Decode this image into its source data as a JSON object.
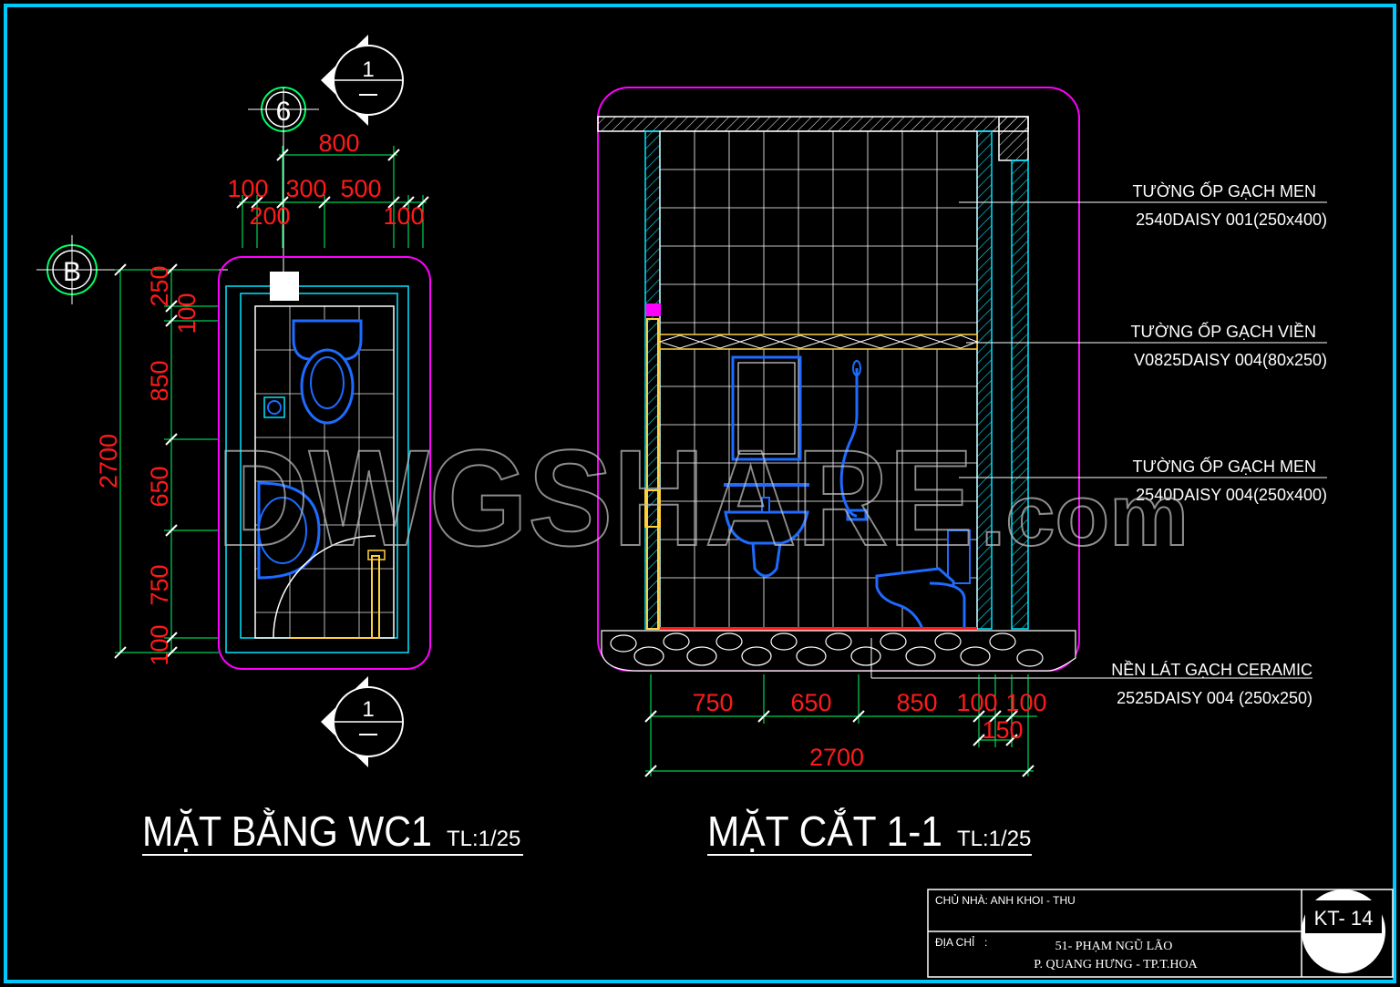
{
  "plan": {
    "grid_top": "6",
    "grid_left": "B",
    "section_marker": "1",
    "dims_top": [
      "800",
      "100",
      "300",
      "500",
      "200",
      "100"
    ],
    "dims_left": [
      "2700",
      "250",
      "100",
      "850",
      "650",
      "750",
      "100"
    ],
    "title": "MẶT BẰNG WC1",
    "scale": "TL:1/25"
  },
  "section": {
    "dims_bottom": [
      "750",
      "650",
      "850",
      "100",
      "100",
      "150",
      "2700"
    ],
    "title": "MẶT CẮT 1-1",
    "scale": "TL:1/25",
    "notes": [
      {
        "line1": "TƯỜNG ỐP GẠCH MEN",
        "line2": "2540DAISY 001(250x400)"
      },
      {
        "line1": "TƯỜNG ỐP GẠCH VIỀN",
        "line2": "V0825DAISY 004(80x250)"
      },
      {
        "line1": "TƯỜNG ỐP GẠCH MEN",
        "line2": "2540DAISY 004(250x400)"
      },
      {
        "line1": "NỀN LÁT GẠCH CERAMIC",
        "line2": "2525DAISY 004 (250x250)"
      }
    ]
  },
  "watermark": {
    "main": "DWGSHARE",
    "suffix": ".com"
  },
  "title_block": {
    "owner_label": "CHỦ NHÀ: ANH KHOI - THU",
    "address_label": "ĐỊA CHỈ",
    "address_colon": ":",
    "address_line1": "51- PHẠM NGŨ LÃO",
    "address_line2": "P. QUANG HƯNG - TP.T.HOA",
    "sheet_no": "KT- 14"
  },
  "colors": {
    "border": "#00c8ff",
    "magenta": "#ff00ff",
    "cyan": "#00e5ff",
    "red": "#ff1a1a",
    "blue": "#1e6bff",
    "green": "#00ff66",
    "yellow": "#ffd23c",
    "white": "#ffffff"
  }
}
